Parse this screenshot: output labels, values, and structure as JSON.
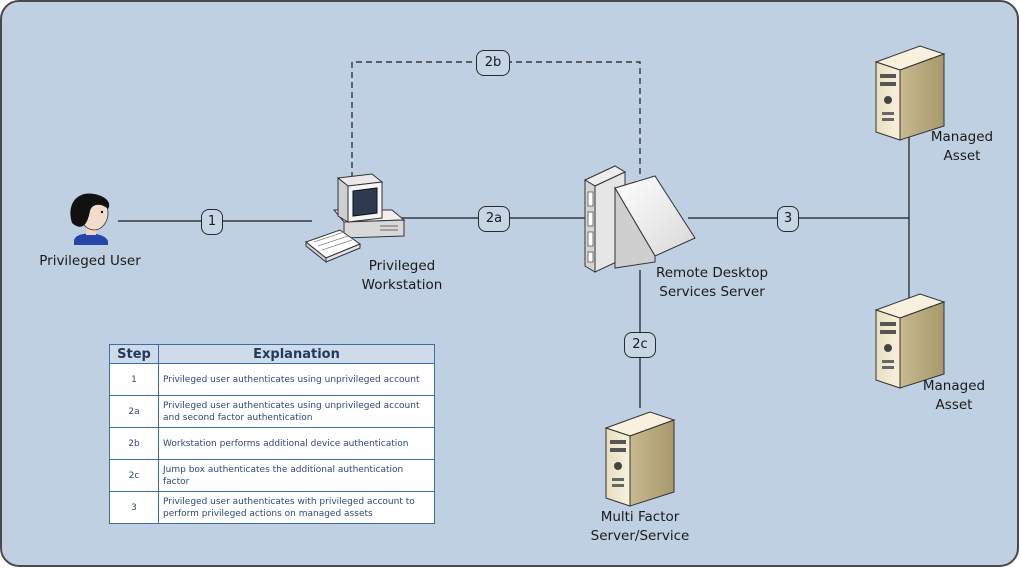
{
  "nodes": {
    "privileged_user": "Privileged User",
    "workstation": [
      "Privileged",
      "Workstation"
    ],
    "rds": [
      "Remote Desktop",
      "Services Server"
    ],
    "managed_asset": [
      "Managed",
      "Asset"
    ],
    "mfa": [
      "Multi Factor",
      "Server/Service"
    ]
  },
  "badges": {
    "b1": "1",
    "b2a": "2a",
    "b2b": "2b",
    "b2c": "2c",
    "b3": "3"
  },
  "table": {
    "headers": [
      "Step",
      "Explanation"
    ],
    "rows": [
      {
        "step": "1",
        "text": "Privileged user authenticates using unprivileged account"
      },
      {
        "step": "2a",
        "text": "Privileged user authenticates using unprivileged account and second factor authentication"
      },
      {
        "step": "2b",
        "text": "Workstation performs additional device authentication"
      },
      {
        "step": "2c",
        "text": "Jump box authenticates the additional authentication factor"
      },
      {
        "step": "3",
        "text": "Privileged user authenticates with privileged account to perform privileged actions on managed assets"
      }
    ]
  },
  "colors": {
    "background": "#bfd0e2",
    "border": "#4a4a4a",
    "table_border": "#3b6ea6",
    "server_beige": "#ece4c8"
  },
  "icons": [
    "user-icon",
    "workstation-icon",
    "rds-server-icon",
    "managed-asset-server-icon",
    "mfa-server-icon"
  ]
}
